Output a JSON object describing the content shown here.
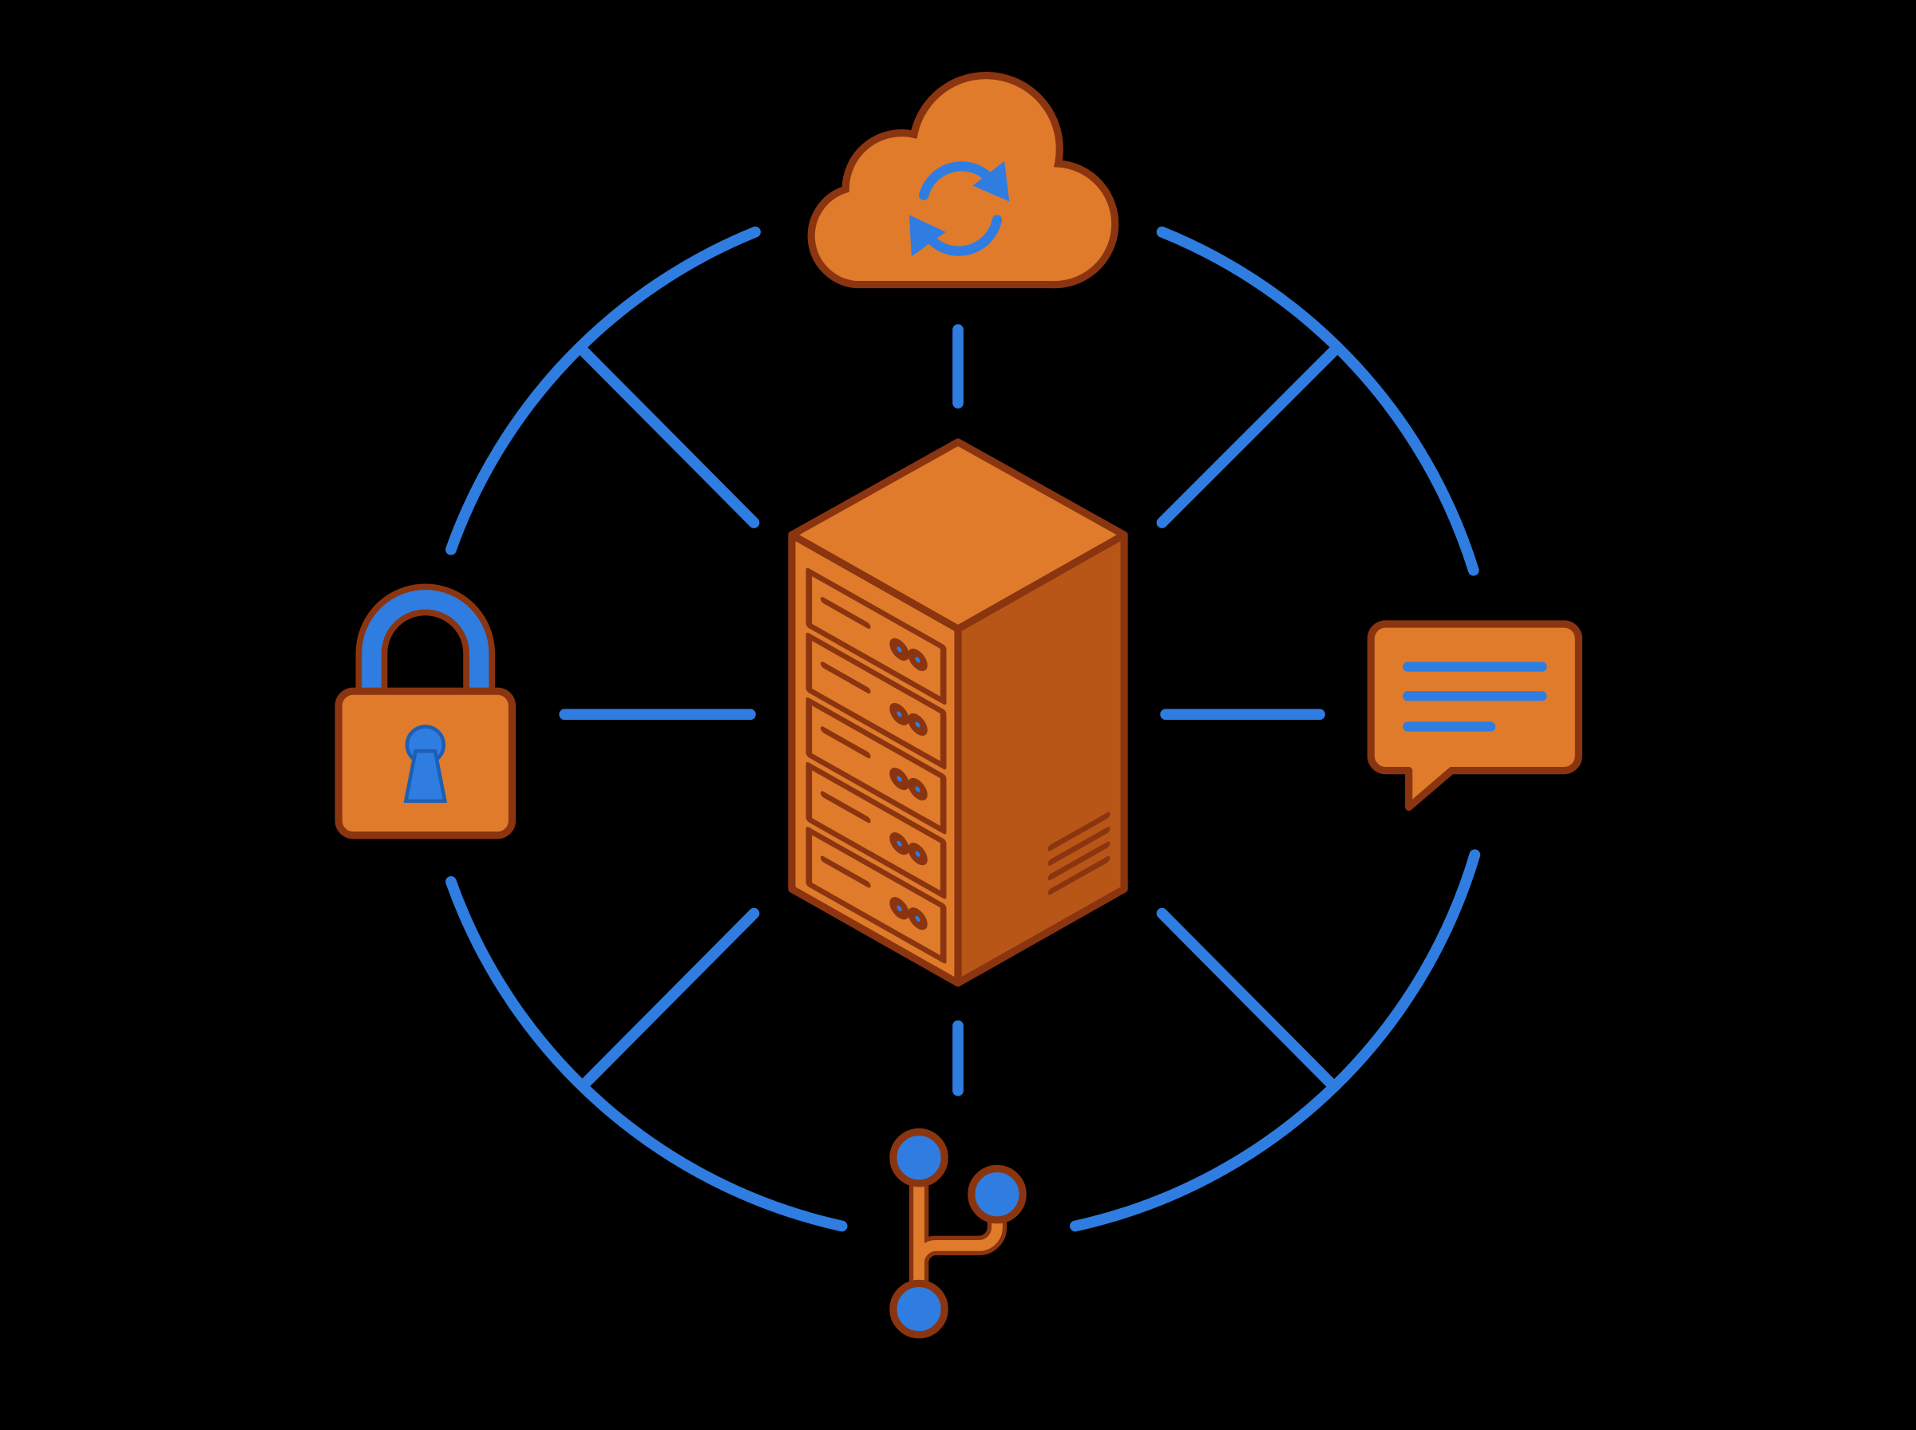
{
  "diagram": {
    "center": "server-rack-icon",
    "nodes": [
      {
        "position": "top",
        "icon": "cloud-sync-icon"
      },
      {
        "position": "left",
        "icon": "padlock-icon"
      },
      {
        "position": "right",
        "icon": "chat-bubble-icon"
      },
      {
        "position": "bottom",
        "icon": "git-branch-icon"
      }
    ],
    "server_bays": 5
  },
  "colors": {
    "background": "#000000",
    "accent_blue": "#2F7DE1",
    "orange_fill": "#E07B2C",
    "orange_shade": "#B85618",
    "outline": "#8A3510"
  }
}
